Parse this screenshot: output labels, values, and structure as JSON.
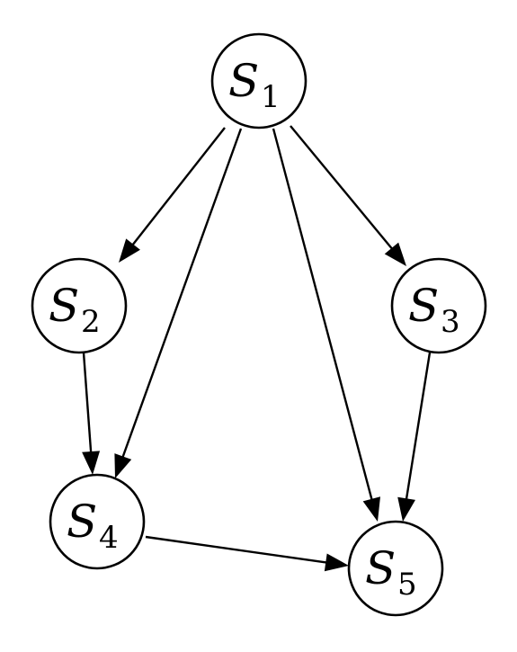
{
  "nodes": [
    {
      "id": "S1",
      "letter": "S",
      "sub": "1"
    },
    {
      "id": "S2",
      "letter": "S",
      "sub": "2"
    },
    {
      "id": "S3",
      "letter": "S",
      "sub": "3"
    },
    {
      "id": "S4",
      "letter": "S",
      "sub": "4"
    },
    {
      "id": "S5",
      "letter": "S",
      "sub": "5"
    }
  ],
  "edges": [
    {
      "from": "S1",
      "to": "S2"
    },
    {
      "from": "S1",
      "to": "S4"
    },
    {
      "from": "S1",
      "to": "S5"
    },
    {
      "from": "S1",
      "to": "S3"
    },
    {
      "from": "S2",
      "to": "S4"
    },
    {
      "from": "S3",
      "to": "S5"
    },
    {
      "from": "S4",
      "to": "S5"
    }
  ],
  "colors": {
    "stroke": "#000000",
    "background": "#ffffff"
  }
}
